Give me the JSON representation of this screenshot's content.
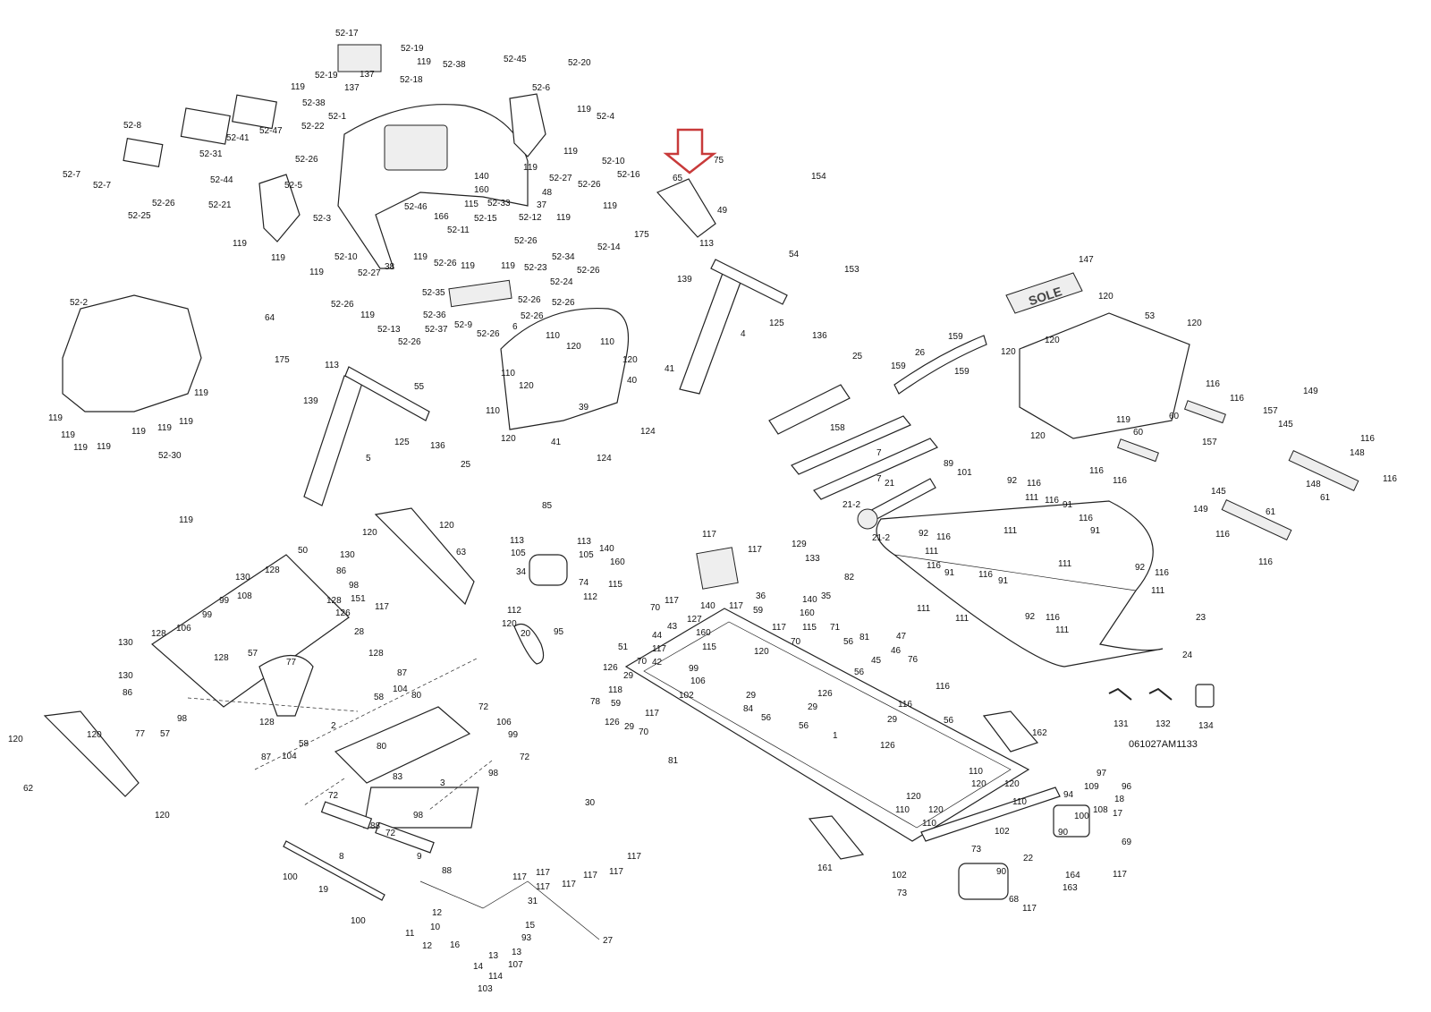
{
  "diagram": {
    "drawing_code": "061027AM1133",
    "highlight": {
      "part": "65",
      "arrow_color": "#c83a3a"
    },
    "callouts": [
      "52-17",
      "52-19",
      "119",
      "52-38",
      "137",
      "52-18",
      "137",
      "119",
      "52-19",
      "52-38",
      "52-1",
      "52-45",
      "52-20",
      "52-6",
      "119",
      "52-4",
      "119",
      "52-8",
      "52-41",
      "52-47",
      "52-22",
      "52-26",
      "52-31",
      "52-44",
      "52-5",
      "52-7",
      "52-7",
      "52-26",
      "52-25",
      "52-21",
      "119",
      "119",
      "52-3",
      "119",
      "52-10",
      "52-26",
      "52-27",
      "119",
      "140",
      "160",
      "115",
      "52-33",
      "52-46",
      "166",
      "52-11",
      "52-15",
      "52-12",
      "119",
      "52-26",
      "119",
      "119",
      "52-26",
      "119",
      "52-10",
      "52-27",
      "52-26",
      "119",
      "37",
      "48",
      "38",
      "52-16",
      "119",
      "65",
      "175",
      "75",
      "154",
      "49",
      "113",
      "139",
      "54",
      "153",
      "125",
      "4",
      "136",
      "52-34",
      "52-14",
      "52-26",
      "52-23",
      "52-24",
      "52-26",
      "52-26",
      "52-26",
      "52-35",
      "52-36",
      "52-37",
      "52-9",
      "52-26",
      "6",
      "52-13",
      "52-26",
      "110",
      "120",
      "110",
      "120",
      "110",
      "120",
      "41",
      "40",
      "39",
      "124",
      "41",
      "124",
      "110",
      "120",
      "64",
      "175",
      "113",
      "139",
      "55",
      "125",
      "136",
      "5",
      "25",
      "52-2",
      "119",
      "119",
      "119",
      "119",
      "119",
      "119",
      "119",
      "119",
      "52-30",
      "119",
      "147",
      "120",
      "53",
      "120",
      "120",
      "120",
      "25",
      "159",
      "26",
      "159",
      "159",
      "158",
      "119",
      "120",
      "116",
      "60",
      "116",
      "157",
      "149",
      "145",
      "148",
      "60",
      "116",
      "116",
      "157",
      "148",
      "116",
      "61",
      "116",
      "145",
      "149",
      "61",
      "116",
      "116",
      "7",
      "7",
      "89",
      "101",
      "21",
      "21-2",
      "21-2",
      "92",
      "116",
      "111",
      "116",
      "91",
      "111",
      "116",
      "91",
      "111",
      "92",
      "116",
      "111",
      "116",
      "91",
      "111",
      "116",
      "91",
      "111",
      "92",
      "116",
      "111",
      "23",
      "92",
      "116",
      "111",
      "24",
      "131",
      "132",
      "134",
      "85",
      "113",
      "113",
      "105",
      "105",
      "140",
      "160",
      "115",
      "34",
      "74",
      "112",
      "112",
      "95",
      "20",
      "118",
      "78",
      "117",
      "117",
      "129",
      "133",
      "82",
      "36",
      "35",
      "140",
      "160",
      "115",
      "71",
      "70",
      "117",
      "140",
      "127",
      "160",
      "115",
      "117",
      "59",
      "51",
      "44",
      "43",
      "117",
      "42",
      "117",
      "70",
      "56",
      "81",
      "47",
      "46",
      "45",
      "126",
      "70",
      "29",
      "120",
      "106",
      "99",
      "102",
      "29",
      "84",
      "56",
      "59",
      "126",
      "29",
      "117",
      "70",
      "81",
      "56",
      "1",
      "29",
      "126",
      "56",
      "76",
      "116",
      "116",
      "56",
      "29",
      "126",
      "162",
      "110",
      "120",
      "120",
      "110",
      "120",
      "120",
      "110",
      "110",
      "102",
      "73",
      "22",
      "90",
      "90",
      "102",
      "73",
      "161",
      "94",
      "109",
      "97",
      "96",
      "18",
      "17",
      "108",
      "100",
      "69",
      "117",
      "164",
      "163",
      "68",
      "117",
      "120",
      "120",
      "63",
      "120",
      "50",
      "130",
      "86",
      "98",
      "128",
      "151",
      "117",
      "28",
      "126",
      "130",
      "128",
      "99",
      "108",
      "106",
      "99",
      "130",
      "128",
      "130",
      "86",
      "128",
      "57",
      "77",
      "128",
      "87",
      "104",
      "58",
      "80",
      "77",
      "57",
      "98",
      "128",
      "2",
      "58",
      "87",
      "104",
      "72",
      "106",
      "99",
      "72",
      "98",
      "80",
      "83",
      "3",
      "72",
      "98",
      "88",
      "72",
      "120",
      "120",
      "62",
      "120",
      "30",
      "117",
      "117",
      "117",
      "117",
      "117",
      "117",
      "117",
      "8",
      "9",
      "88",
      "19",
      "100",
      "100",
      "31",
      "12",
      "10",
      "11",
      "12",
      "16",
      "15",
      "93",
      "13",
      "107",
      "13",
      "14",
      "114",
      "103",
      "27"
    ]
  }
}
